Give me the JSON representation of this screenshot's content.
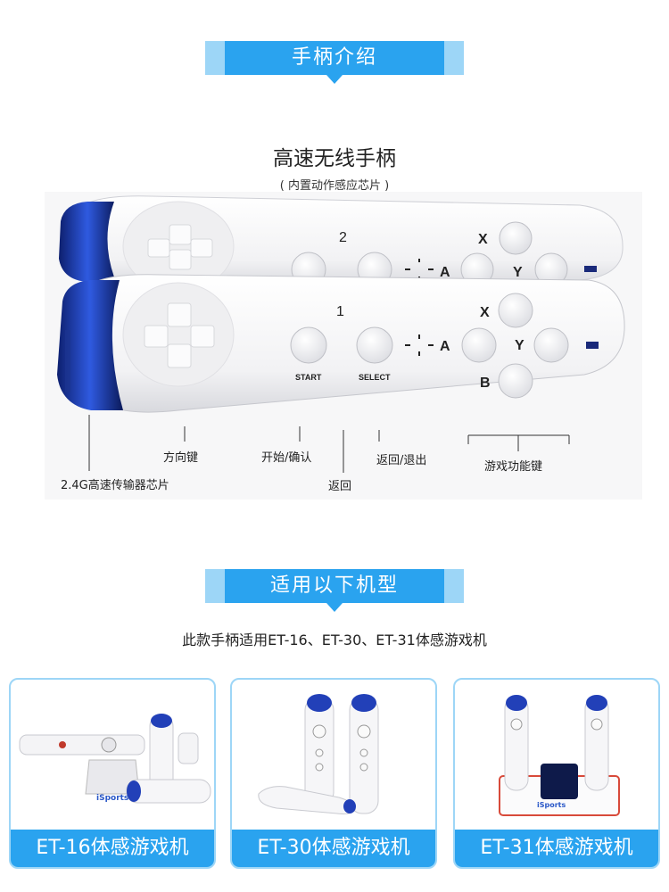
{
  "section1": {
    "banner": "手柄介绍"
  },
  "intro": {
    "title": "高速无线手柄",
    "subtitle": "( 内置动作感应芯片 )",
    "controller_top": {
      "number": "2",
      "btn_x": "X",
      "btn_y": "Y",
      "btn_a": "A"
    },
    "controller_bottom": {
      "number": "1",
      "start": "START",
      "select": "SELECT",
      "btn_x": "X",
      "btn_y": "Y",
      "btn_a": "A",
      "btn_b": "B"
    },
    "labels": {
      "dpad": "方向键",
      "start": "开始/确认",
      "back": "返回",
      "select": "返回/退出",
      "game_keys": "游戏功能键",
      "chip": "2.4G高速传输器芯片"
    }
  },
  "section2": {
    "banner": "适用以下机型"
  },
  "compatible_text": "此款手柄适用ET-16、ET-30、ET-31体感游戏机",
  "cards": [
    {
      "label": "ET-16体感游戏机",
      "brand": "iSports"
    },
    {
      "label": "ET-30体感游戏机",
      "brand": ""
    },
    {
      "label": "ET-31体感游戏机",
      "brand": "iSports"
    }
  ],
  "colors": {
    "accent": "#2aa3ef",
    "accent_light": "#9dd6f7",
    "controller_blue": "#1a3fb8"
  }
}
